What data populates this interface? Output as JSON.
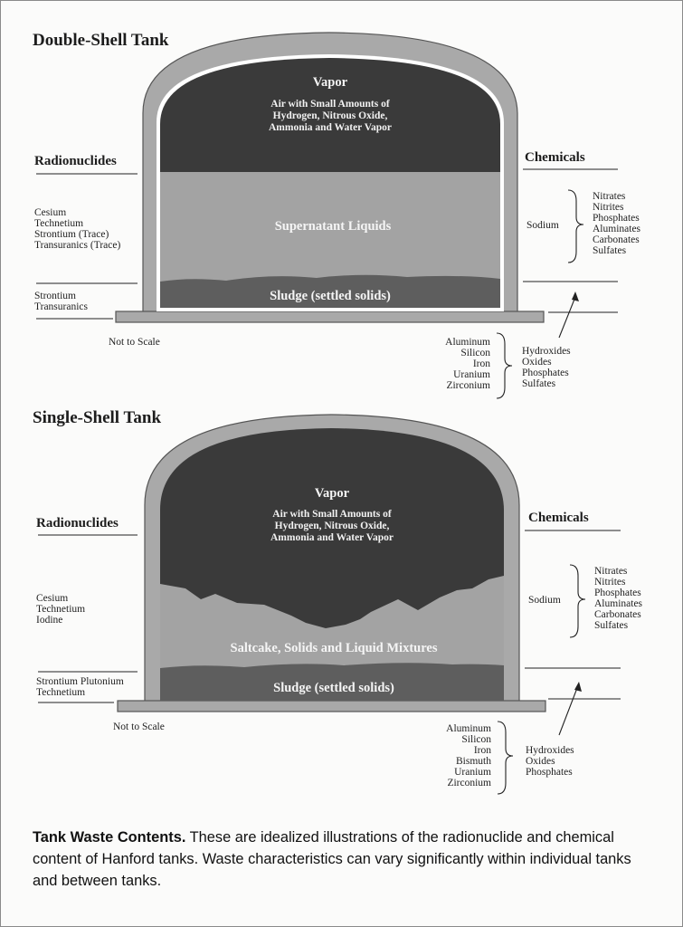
{
  "double": {
    "title": "Double-Shell Tank",
    "vapor": "Vapor",
    "vapor_desc": [
      "Air with Small Amounts of",
      "Hydrogen, Nitrous Oxide,",
      "Ammonia and Water Vapor"
    ],
    "liquid": "Supernatant Liquids",
    "sludge": "Sludge (settled solids)",
    "radionuclides_heading": "Radionuclides",
    "radionuclides_upper": [
      "Cesium",
      "Technetium",
      "Strontium (Trace)",
      "Transuranics (Trace)"
    ],
    "radionuclides_lower": [
      "Strontium",
      "Transuranics"
    ],
    "chemicals_heading": "Chemicals",
    "sodium": "Sodium",
    "sodium_compounds": [
      "Nitrates",
      "Nitrites",
      "Phosphates",
      "Aluminates",
      "Carbonates",
      "Sulfates"
    ],
    "metals": [
      "Aluminum",
      "Silicon",
      "Iron",
      "Uranium",
      "Zirconium"
    ],
    "metal_compounds": [
      "Hydroxides",
      "Oxides",
      "Phosphates",
      "Sulfates"
    ],
    "scale_note": "Not to Scale"
  },
  "single": {
    "title": "Single-Shell Tank",
    "vapor": "Vapor",
    "vapor_desc": [
      "Air with Small Amounts of",
      "Hydrogen, Nitrous Oxide,",
      "Ammonia and Water Vapor"
    ],
    "saltcake": "Saltcake, Solids and Liquid Mixtures",
    "sludge": "Sludge (settled solids)",
    "radionuclides_heading": "Radionuclides",
    "radionuclides_upper": [
      "Cesium",
      "Technetium",
      "Iodine"
    ],
    "radionuclides_lower": [
      "Strontium Plutonium",
      "Technetium"
    ],
    "chemicals_heading": "Chemicals",
    "sodium": "Sodium",
    "sodium_compounds": [
      "Nitrates",
      "Nitrites",
      "Phosphates",
      "Aluminates",
      "Carbonates",
      "Sulfates"
    ],
    "metals": [
      "Aluminum",
      "Silicon",
      "Iron",
      "Bismuth",
      "Uranium",
      "Zirconium"
    ],
    "metal_compounds": [
      "Hydroxides",
      "Oxides",
      "Phosphates"
    ],
    "scale_note": "Not to Scale"
  },
  "caption": {
    "bold": "Tank Waste Contents.",
    "text": " These are idealized illustrations of the radionuclide and chemical content of Hanford tanks. Waste characteristics can vary significantly within individual tanks and between tanks."
  },
  "colors": {
    "shell": "#a9a9a9",
    "vapor": "#3a3a3a",
    "liquid": "#a3a3a3",
    "sludge": "#5e5e5e"
  }
}
